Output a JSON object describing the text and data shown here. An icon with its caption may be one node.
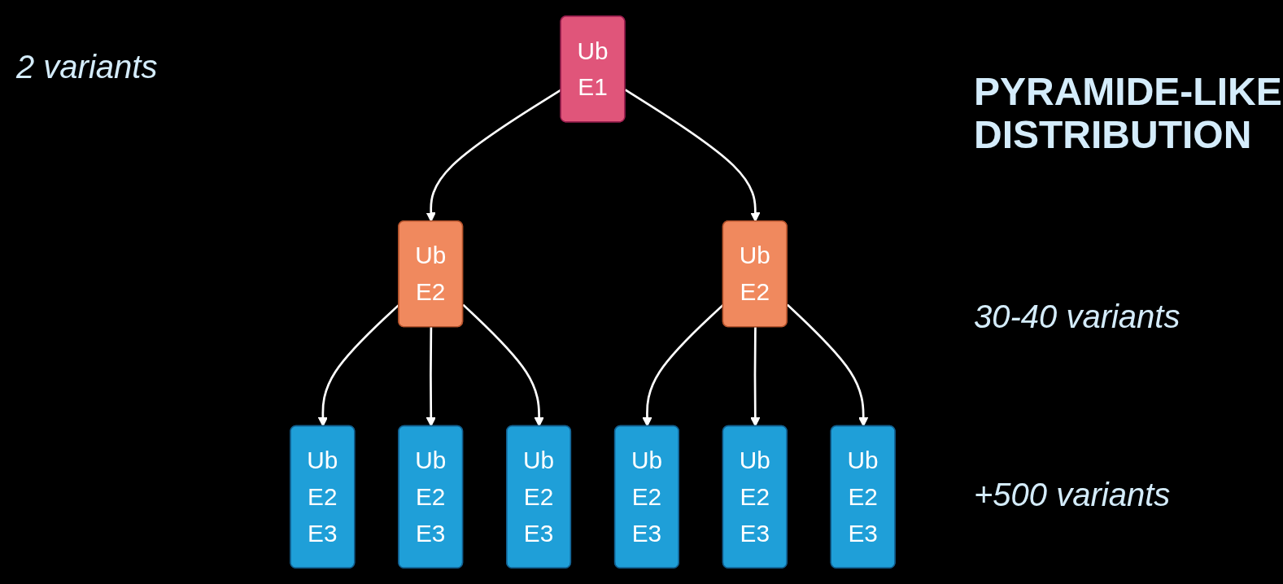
{
  "diagram": {
    "title": "PYRAMIDE-LIKE DISTRIBUTION",
    "nodes": [
      {
        "text": [
          "Ub",
          "E1"
        ]
      },
      {
        "text": [
          "Ub",
          "E2"
        ]
      },
      {
        "text": [
          "Ub",
          "E2"
        ]
      },
      {
        "text": [
          "Ub",
          "E2",
          "E3"
        ]
      },
      {
        "text": [
          "Ub",
          "E2",
          "E3"
        ]
      },
      {
        "text": [
          "Ub",
          "E2",
          "E3"
        ]
      },
      {
        "text": [
          "Ub",
          "E2",
          "E3"
        ]
      },
      {
        "text": [
          "Ub",
          "E2",
          "E3"
        ]
      },
      {
        "text": [
          "Ub",
          "E2",
          "E3"
        ]
      }
    ],
    "edges": [
      {
        "from": 0,
        "to": 1,
        "arrow": "to"
      },
      {
        "from": 0,
        "to": 2,
        "arrow": "to"
      },
      {
        "from": 1,
        "to": 3,
        "arrow": "to"
      },
      {
        "from": 1,
        "to": 4,
        "arrow": "to"
      },
      {
        "from": 1,
        "to": 5,
        "arrow": "to"
      },
      {
        "from": 2,
        "to": 6,
        "arrow": "to"
      },
      {
        "from": 2,
        "to": 7,
        "arrow": "to"
      },
      {
        "from": 2,
        "to": 8,
        "arrow": "to"
      }
    ],
    "labels": [
      "2 variants",
      "30-40 variants",
      "+500 variants"
    ]
  }
}
